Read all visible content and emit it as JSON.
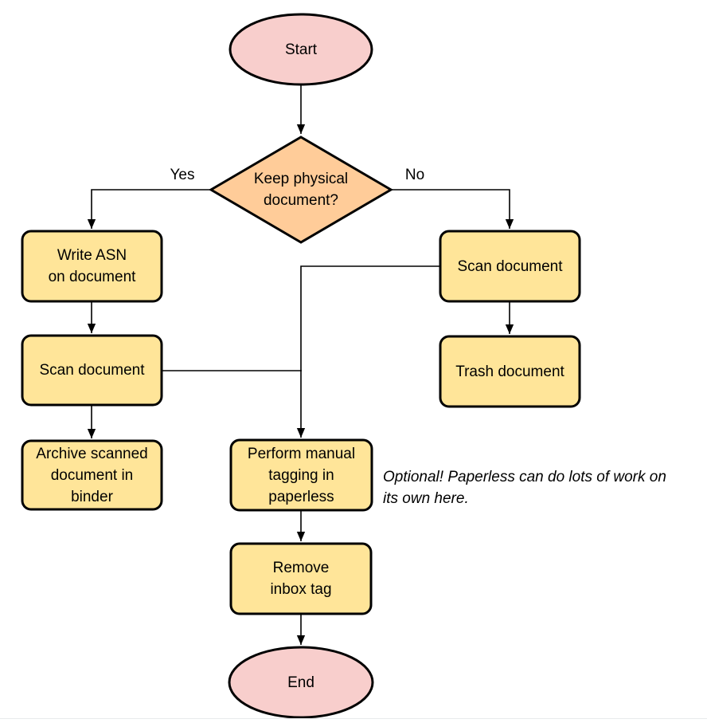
{
  "diagram": {
    "type": "flowchart",
    "colors": {
      "terminal_fill": "#f8cecc",
      "decision_fill": "#ffcc99",
      "process_fill": "#ffe599",
      "stroke": "#000000"
    },
    "nodes": {
      "start": {
        "label": "Start",
        "shape": "ellipse"
      },
      "decision": {
        "label": "Keep physical\ndocument?",
        "shape": "diamond"
      },
      "write_asn": {
        "label": "Write ASN\non document",
        "shape": "rounded-rect"
      },
      "scan_left": {
        "label": "Scan document",
        "shape": "rounded-rect"
      },
      "archive": {
        "label": "Archive scanned\ndocument in\nbinder",
        "shape": "rounded-rect"
      },
      "scan_right": {
        "label": "Scan document",
        "shape": "rounded-rect"
      },
      "trash": {
        "label": "Trash document",
        "shape": "rounded-rect"
      },
      "tagging": {
        "label": "Perform manual\ntagging in\npaperless",
        "shape": "rounded-rect"
      },
      "remove_inbox": {
        "label": "Remove\ninbox tag",
        "shape": "rounded-rect"
      },
      "end": {
        "label": "End",
        "shape": "ellipse"
      }
    },
    "edge_labels": {
      "yes": "Yes",
      "no": "No"
    },
    "note": "Optional! Paperless can do lots of work on\nits own here."
  }
}
